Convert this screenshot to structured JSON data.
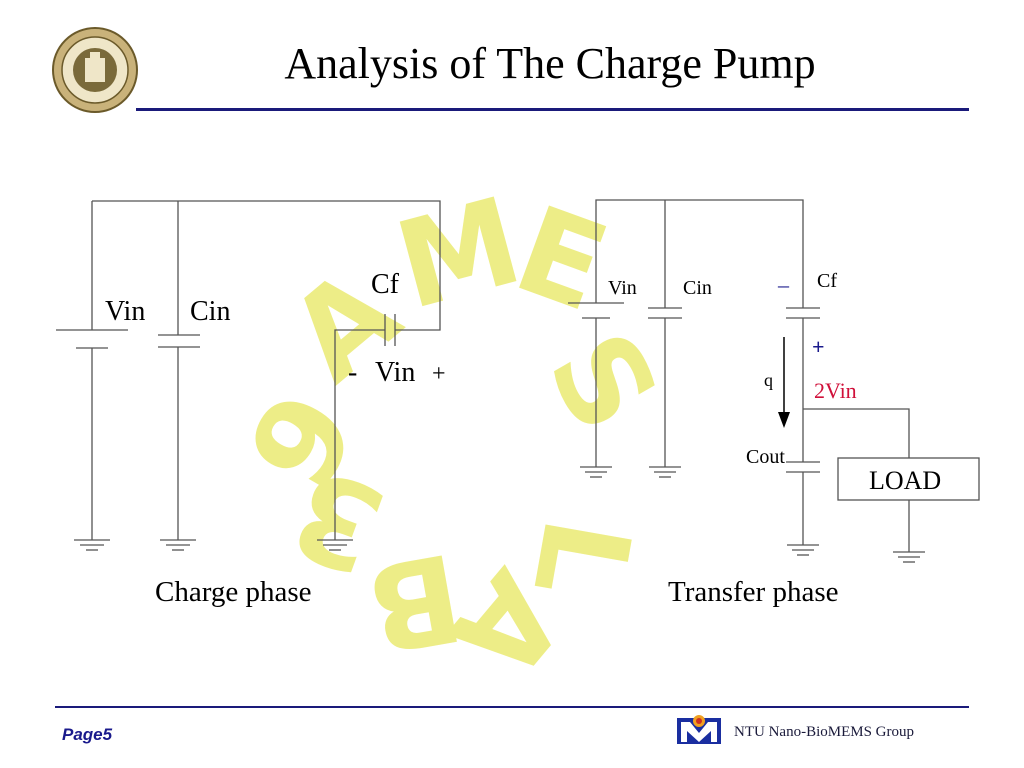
{
  "slide": {
    "title": "Analysis of The Charge Pump",
    "page_label": "Page5",
    "group_label": "NTU Nano-BioMEMS Group"
  },
  "watermark": {
    "color": "#e8e860"
  },
  "charge_phase": {
    "vin_label": "Vin",
    "cin_label": "Cin",
    "cf_label": "Cf",
    "cf_minus": "-",
    "cf_voltage": "Vin",
    "cf_plus": "+",
    "caption": "Charge phase"
  },
  "transfer_phase": {
    "vin_label": "Vin",
    "cin_label": "Cin",
    "cf_label": "Cf",
    "cf_minus": "–",
    "cf_plus": "+",
    "q_label": "q",
    "output_voltage": "2Vin",
    "cout_label": "Cout",
    "load_label": "LOAD",
    "caption": "Transfer phase"
  },
  "colors": {
    "accent_blue": "#1a1a8c",
    "highlight_red": "#d0103a"
  }
}
